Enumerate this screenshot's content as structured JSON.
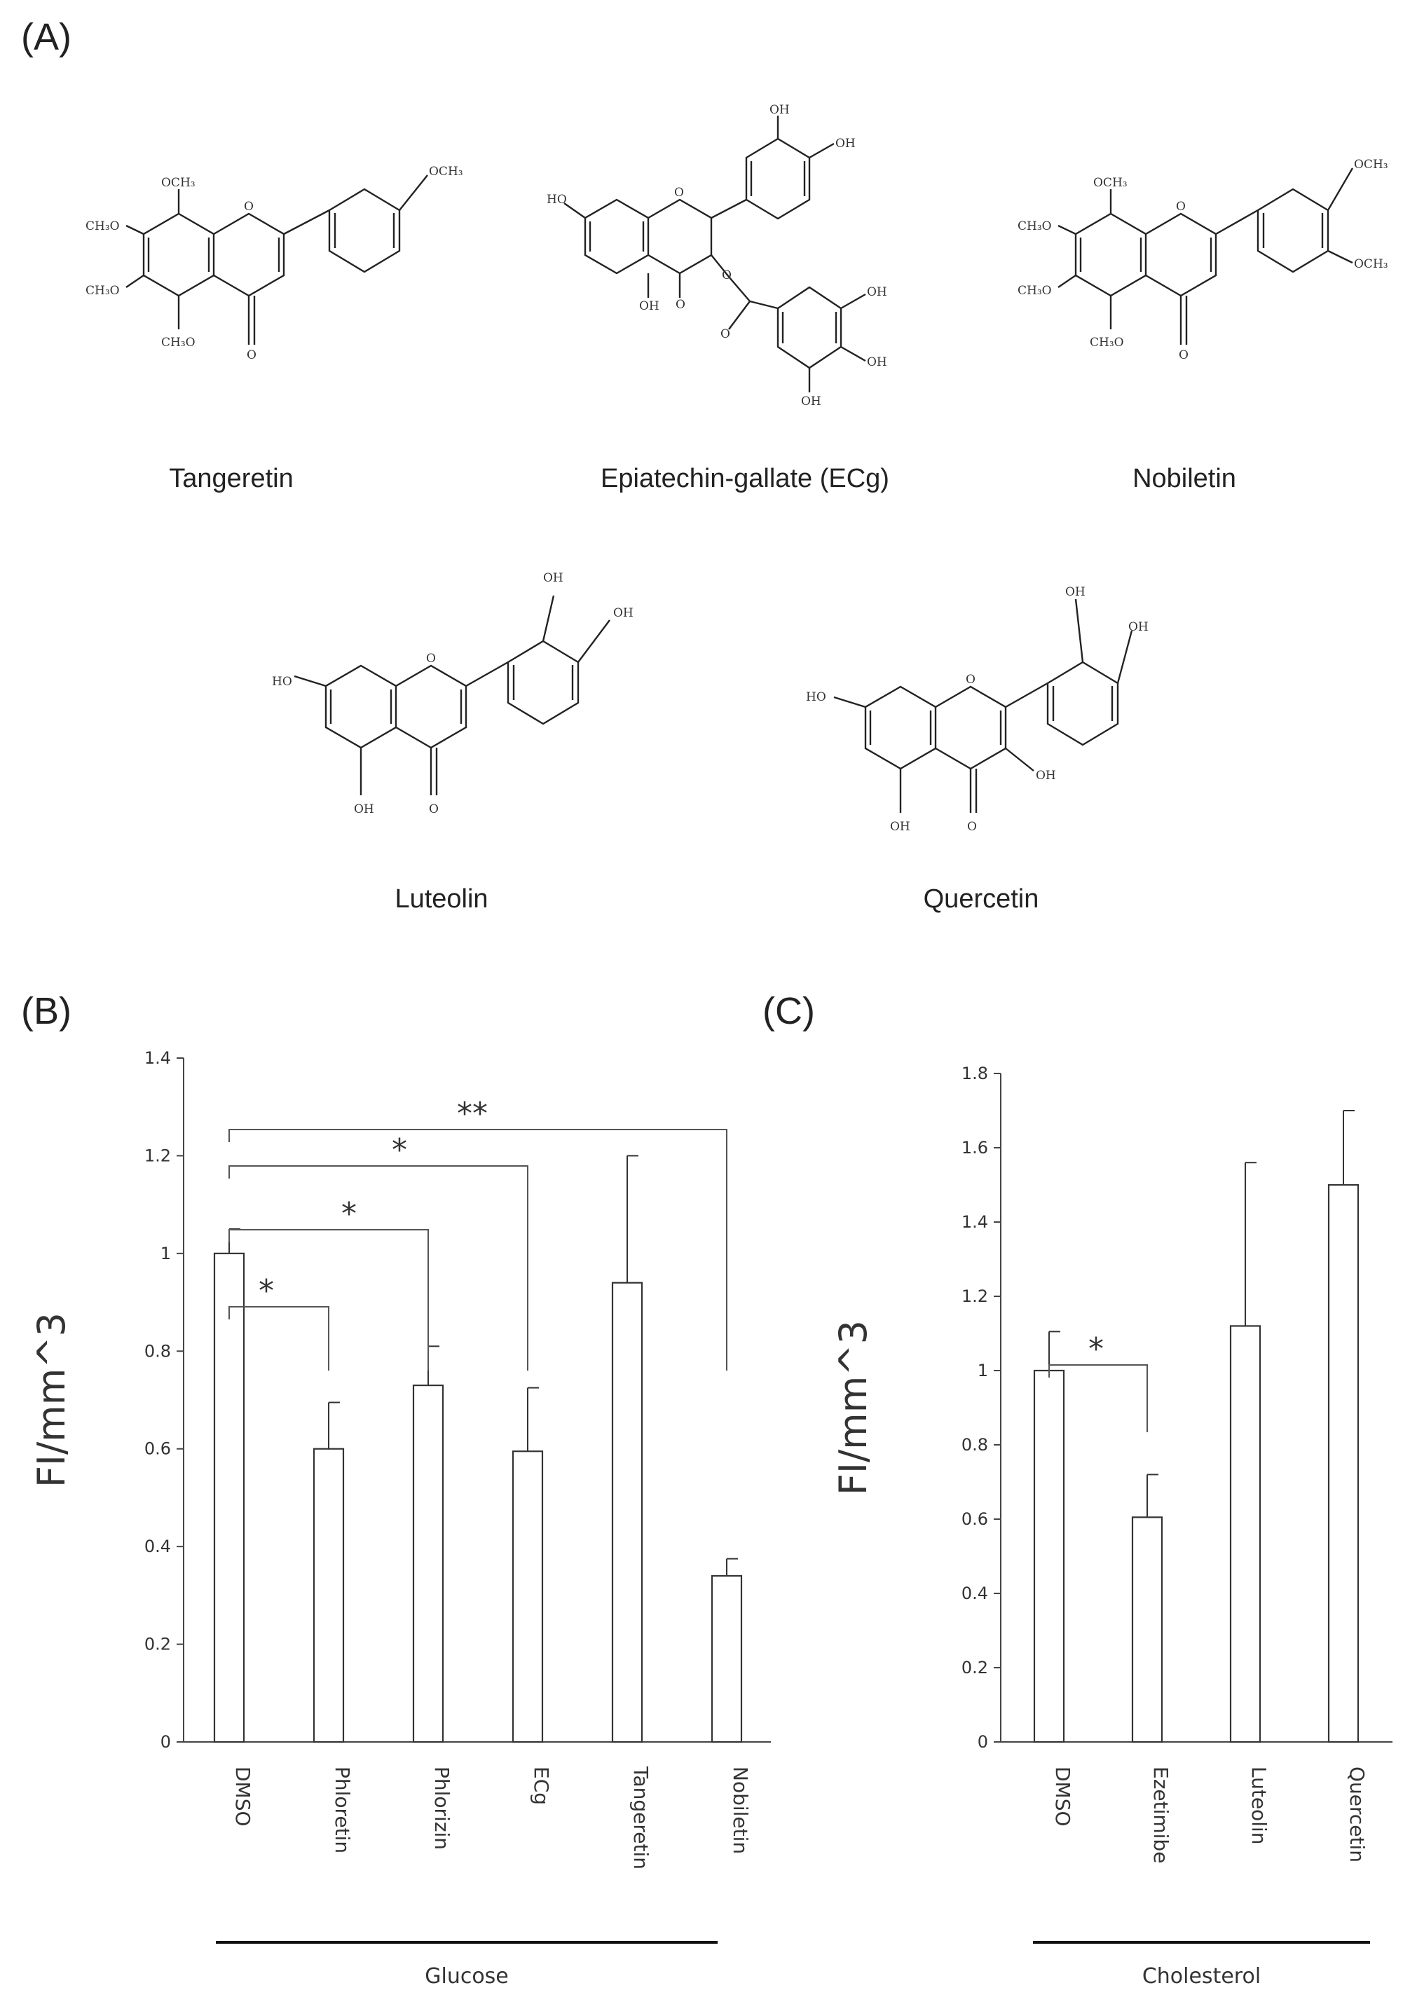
{
  "panels": {
    "a": "(A)",
    "b": "(B)",
    "c": "(C)"
  },
  "structures": {
    "tangeretin": {
      "name": "Tangeretin",
      "labels": {
        "och3_8": "OCH₃",
        "och3_4p": "OCH₃",
        "ch3o_7": "CH₃O",
        "ch3o_6": "CH₃O",
        "ch3o_5": "CH₃O",
        "o_ring": "O",
        "o_keto": "O"
      }
    },
    "ecg": {
      "name": "Epiatechin-gallate (ECg)",
      "labels": {
        "oh_3p": "OH",
        "oh_4p": "OH",
        "oh_7": "HO",
        "oh_5": "OH",
        "o_ring": "O",
        "o_ester": "O",
        "o_carbonyl": "O",
        "oh_g3": "OH",
        "oh_g4": "OH",
        "oh_g5": "OH",
        "o_c3": "O"
      }
    },
    "nobiletin": {
      "name": "Nobiletin",
      "labels": {
        "och3_8": "OCH₃",
        "och3_3p": "OCH₃",
        "och3_4p": "OCH₃",
        "ch3o_7": "CH₃O",
        "ch3o_6": "CH₃O",
        "ch3o_5": "CH₃O",
        "o_ring": "O",
        "o_keto": "O"
      }
    },
    "luteolin": {
      "name": "Luteolin",
      "labels": {
        "oh_3p": "OH",
        "oh_4p": "OH",
        "oh_7": "HO",
        "oh_5": "OH",
        "o_ring": "O",
        "o_keto": "O"
      }
    },
    "quercetin": {
      "name": "Quercetin",
      "labels": {
        "oh_3p": "OH",
        "oh_4p": "OH",
        "oh_7": "HO",
        "oh_5": "OH",
        "oh_3": "OH",
        "o_ring": "O",
        "o_keto": "O"
      }
    }
  },
  "chart_data": [
    {
      "type": "bar",
      "panel": "(B)",
      "categories": [
        "DMSO",
        "Phloretin",
        "Phlorizin",
        "ECg",
        "Tangeretin",
        "Nobiletin"
      ],
      "values": [
        1.0,
        0.6,
        0.73,
        0.595,
        0.94,
        0.34
      ],
      "errors": [
        0.05,
        0.095,
        0.08,
        0.13,
        0.26,
        0.035
      ],
      "ylabel": "FI/mm^3",
      "ylim": [
        0,
        1.4
      ],
      "yticks": [
        "0",
        "0.2",
        "0.4",
        "0.6",
        "0.8",
        "1",
        "1.2",
        "1.4"
      ],
      "group_label": "Glucose",
      "significance": [
        {
          "from": "DMSO",
          "to": "Phloretin",
          "label": "*"
        },
        {
          "from": "DMSO",
          "to": "Phlorizin",
          "label": "*"
        },
        {
          "from": "DMSO",
          "to": "ECg",
          "label": "*"
        },
        {
          "from": "DMSO",
          "to": "Nobiletin",
          "label": "**"
        }
      ],
      "grid": false
    },
    {
      "type": "bar",
      "panel": "(C)",
      "categories": [
        "DMSO",
        "Ezetimibe",
        "Luteolin",
        "Quercetin"
      ],
      "values": [
        1.0,
        0.605,
        1.12,
        1.5
      ],
      "errors": [
        0.105,
        0.115,
        0.44,
        0.2
      ],
      "ylabel": "FI/mm^3",
      "ylim": [
        0,
        1.8
      ],
      "yticks": [
        "0",
        "0.2",
        "0.4",
        "0.6",
        "0.8",
        "1",
        "1.2",
        "1.4",
        "1.6",
        "1.8"
      ],
      "group_label": "Cholesterol",
      "significance": [
        {
          "from": "DMSO",
          "to": "Ezetimibe",
          "label": "*"
        }
      ],
      "grid": false
    }
  ]
}
